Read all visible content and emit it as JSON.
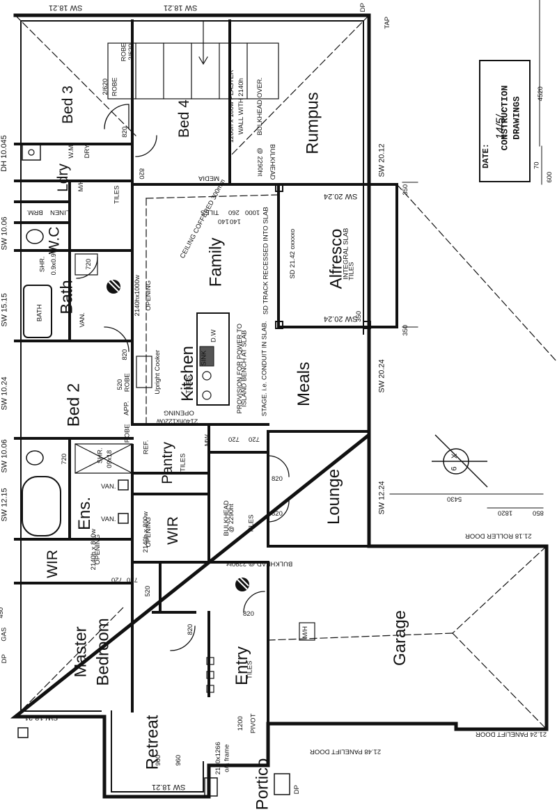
{
  "stamp": {
    "line1": "CONSTRUCTION",
    "line2": "DRAWINGS",
    "line3": "DATE:",
    "date": "14/5/..."
  },
  "rooms": {
    "bed3": "Bed 3",
    "bed4": "Bed 4",
    "rumpus": "Rumpus",
    "ldry": "Ldry",
    "wc": "W.C",
    "bath": "Bath",
    "family": "Family",
    "alfresco": "Alfresco",
    "kitchen": "Kitchen",
    "bed2": "Bed 2",
    "meals": "Meals",
    "pantry": "Pantry",
    "lounge": "Lounge",
    "ens": "Ens.",
    "wir1": "WIR",
    "wir2": "WIR",
    "garage": "Garage",
    "master1": "Master",
    "master2": "Bedroom",
    "entry": "Entry",
    "retreat": "Retreat",
    "portico": "Portico"
  },
  "labels": {
    "robe_top": "ROBE",
    "robe_top_dim": "2/620",
    "robe_bed3_dim": "2/620",
    "robe_bed3": "ROBE",
    "wall_note1": "1200h x 180w PLASTER",
    "wall_note2": "WALL WITH 2140h",
    "wall_note3": "BULKHEAD OVER.",
    "bulkhead_rumpus1": "BULKHEAD",
    "bulkhead_rumpus2": "@ 2290ht",
    "media": "MEDIA",
    "tap": "TAP",
    "dp": "DP",
    "tiles": "TILES",
    "wm": "W.M.",
    "dry": "DRY.",
    "mh": "M/H",
    "linen": "LINEN",
    "brm": "BRM.",
    "door_820": "820",
    "door_720": "720",
    "door_520": "520",
    "sw_18_21": "SW 18.21",
    "sw_18_21b": "SW 18.21",
    "dh_10045": "DH 10.045",
    "sw_10_06": "SW 10.06",
    "sw_15_15": "SW 15.15",
    "sw_10_24": "SW 10.24",
    "sw_10_06b": "SW 10.06",
    "sw_12_15": "SW 12.15",
    "sw_20_12": "SW 20.12",
    "sw_20_24a": "SW 20.24",
    "sw_20_24b": "SW 20.24",
    "sw_20_24c": "SW 20.24",
    "sw_12_24": "SW 12.24",
    "sw_18_21c": "SW 18.21",
    "sw_18_21d": "SW 18.21",
    "ceiling": "CEILING COFFERED 300mm",
    "opening_family1": "2140hx1000w",
    "opening_family2": "OPENING",
    "dim_1000": "1000",
    "dim_260": "260",
    "dim_140a": "140",
    "dim_140b": "140",
    "sd_track": "SD TRACK RECESSED INTO SLAB",
    "sd_2142": "SD 21.42 oxxxxo",
    "integral": "INTEGRAL SLAB",
    "dim_350a": "350",
    "dim_350b": "350",
    "dim_350c": "350",
    "dim_70": "70",
    "dim_600": "600",
    "dim_4520": "4520",
    "sink": "SINK",
    "dw": "D.W",
    "upright": "Upright Cooker",
    "prov1": "PROVISION FOR POWER TO",
    "prov2": "ISLAND BENCH AT SLAB",
    "prov3": "STAGE. i.e. CONDUIT IN SLAB.",
    "opening_kit1": "2140hx1220w",
    "opening_kit2": "OPENING",
    "robe": "ROBE",
    "app": "APP.",
    "ref": "REF.",
    "mw": "MW",
    "shr1": "SHR.",
    "shr1_dim": "0.9x0.9",
    "shr2": "SHR.",
    "shr2_dim": "09x18",
    "bath_fix": "BATH",
    "van": "VAN.",
    "bulkhead_lounge1": "BULKHEAD",
    "bulkhead_lounge2": "@ 2290ht",
    "opening_wir1": "2140h x 800w",
    "opening_wir2": "OPENING",
    "opening_ens1": "2140h x 800w",
    "opening_ens2": "OPENING",
    "dim_5430": "5430",
    "dim_1820": "1820",
    "dim_850": "850",
    "roller": "21.18 ROLLER DOOR",
    "bulkhead_entry": "BULKHEAD @ 2290ht",
    "panelift": "21.48 PANELIFT DOOR",
    "panelift2": "21.24 PANELIFT DOOR",
    "gas": "GAS",
    "dim_450": "450",
    "pivot1": "1200",
    "pivot2": "PIVOT",
    "frame1": "2130x1266",
    "frame2": "o/a frame",
    "dim_960a": "960",
    "dim_960b": "960",
    "marker_x": "X",
    "marker_6": "6"
  }
}
